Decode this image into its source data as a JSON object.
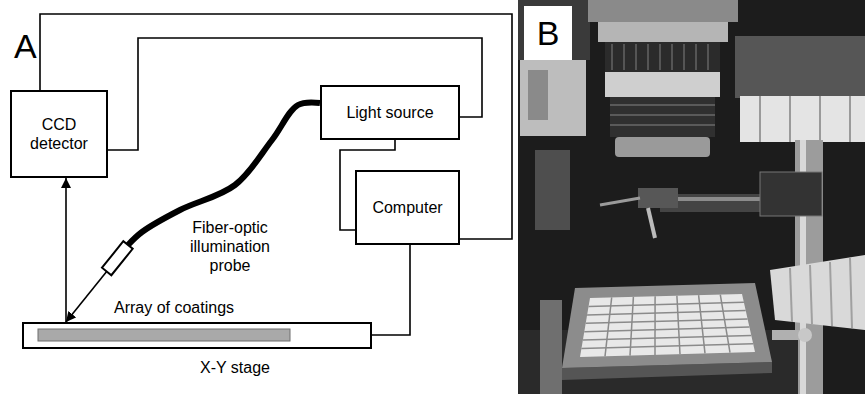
{
  "diagram": {
    "nodes": [
      {
        "text": [
          "CCD detector"
        ]
      },
      {
        "text": [
          "Light source"
        ]
      },
      {
        "text": [
          "Computer"
        ]
      },
      {
        "text": [
          "Array of coatings",
          "X-Y stage"
        ]
      }
    ],
    "edges": [
      {
        "from": 1,
        "to": 3,
        "arrow": "to"
      },
      {
        "from": 3,
        "to": 0,
        "arrow": "to"
      },
      {
        "from": 0,
        "to": 2,
        "arrow": "none"
      },
      {
        "from": 0,
        "to": 1,
        "arrow": "none"
      },
      {
        "from": 1,
        "to": 2,
        "arrow": "none"
      },
      {
        "from": 2,
        "to": 3,
        "arrow": "none"
      }
    ],
    "labels": [
      "A",
      "Fiber-optic illumination probe",
      "B"
    ]
  }
}
